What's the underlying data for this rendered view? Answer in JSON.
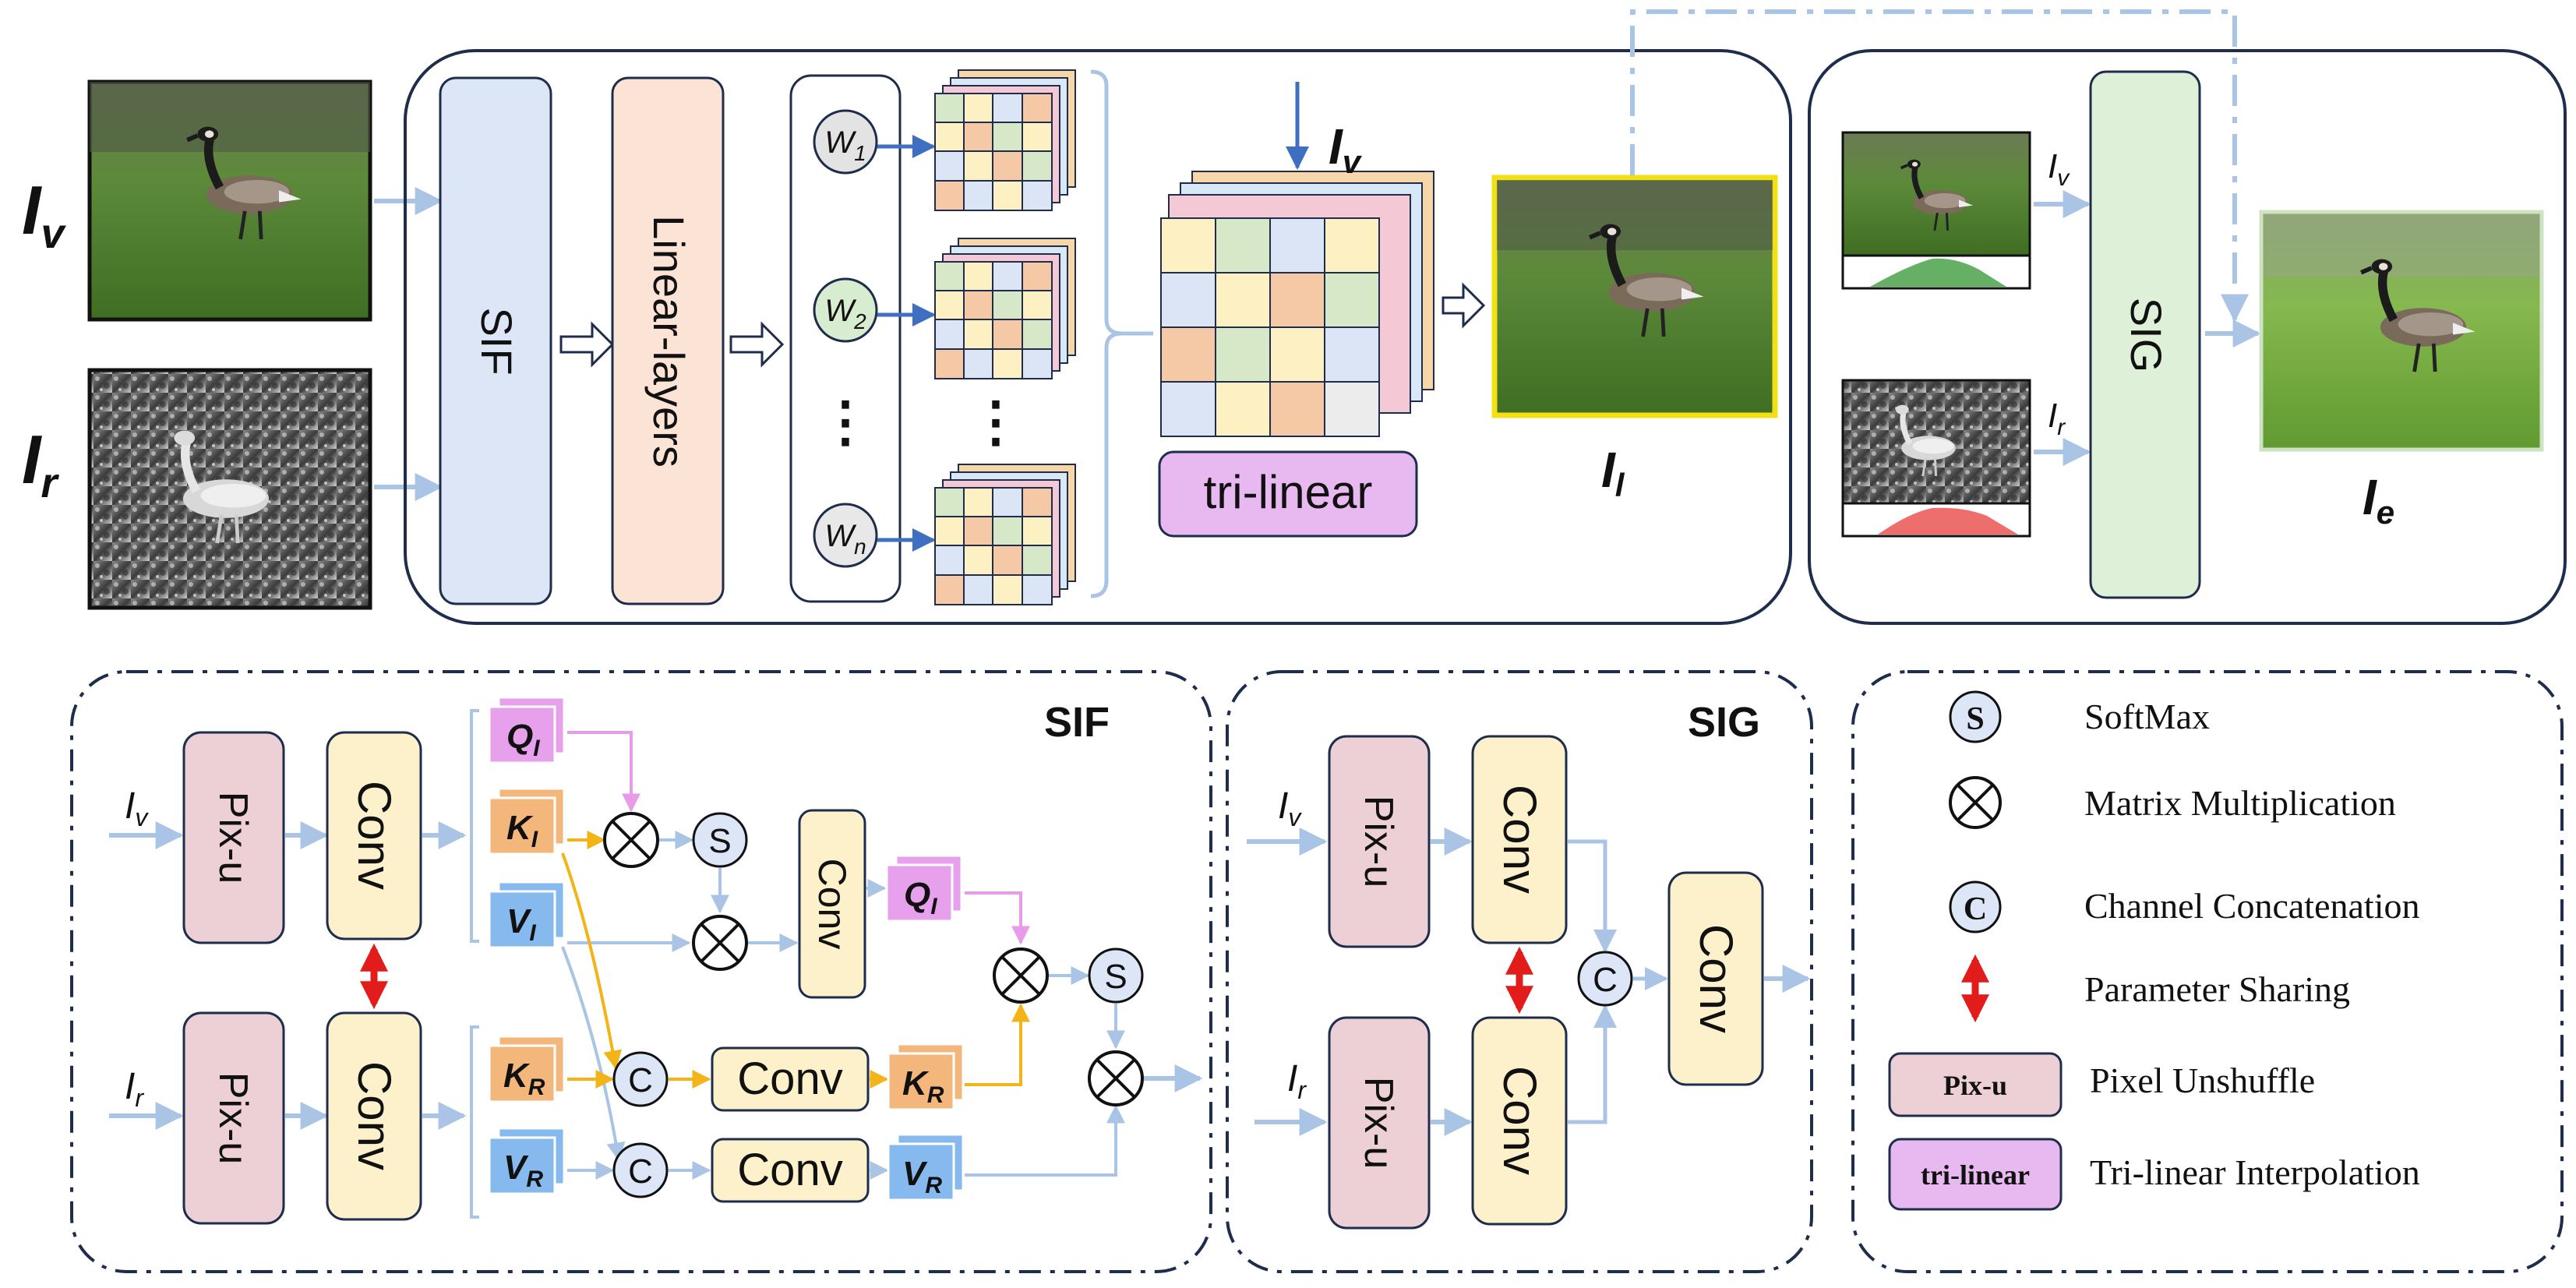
{
  "top": {
    "inputs": {
      "visible": "I",
      "visible_sub": "v",
      "infrared": "I",
      "infrared_sub": "r"
    },
    "sif_block": "SIF",
    "linear_block": "Linear-layers",
    "weights": [
      {
        "main": "W",
        "sub": "1"
      },
      {
        "main": "W",
        "sub": "2"
      },
      {
        "main": "W",
        "sub": "n"
      }
    ],
    "ellipsis": "⋮",
    "trilinear_button": "tri-linear",
    "trilinear_input": {
      "main": "I",
      "sub": "v"
    },
    "output_l": {
      "main": "I",
      "sub": "l"
    },
    "sig_block": "SIG",
    "sig_inputs": [
      {
        "main": "I",
        "sub": "v"
      },
      {
        "main": "I",
        "sub": "r"
      }
    ],
    "output_e": {
      "main": "I",
      "sub": "e"
    }
  },
  "sif_detail": {
    "title": "SIF",
    "pixu": "Pix-u",
    "conv": "Conv",
    "iv": {
      "main": "I",
      "sub": "v"
    },
    "ir": {
      "main": "I",
      "sub": "r"
    },
    "q": {
      "main": "Q",
      "sub": "I"
    },
    "k": {
      "main": "K",
      "sub": "I"
    },
    "v": {
      "main": "V",
      "sub": "I"
    },
    "kr": {
      "main": "K",
      "sub": "R"
    },
    "vr": {
      "main": "V",
      "sub": "R"
    },
    "s": "S",
    "c": "C"
  },
  "sig_detail": {
    "title": "SIG",
    "pixu": "Pix-u",
    "conv": "Conv",
    "iv": {
      "main": "I",
      "sub": "v"
    },
    "ir": {
      "main": "I",
      "sub": "r"
    },
    "c": "C"
  },
  "legend": [
    {
      "symbol": "S",
      "text": "SoftMax"
    },
    {
      "symbol": "⊗",
      "text": "Matrix Multiplication"
    },
    {
      "symbol": "C",
      "text": "Channel Concatenation"
    },
    {
      "symbol": "↕",
      "text": "Parameter Sharing"
    },
    {
      "symbol": "Pix-u",
      "text": "Pixel Unshuffle"
    },
    {
      "symbol": "tri-linear",
      "text": "Tri-linear Interpolation"
    }
  ],
  "colors": {
    "frame": "#1f2d4d",
    "arrow": "#a9c4e4",
    "sif_fill": "#dde6f6",
    "linear_fill": "#fbe3d5",
    "sig_fill": "#dff0d8",
    "pixu_fill": "#ecd0d6",
    "conv_fill": "#fdf1cc",
    "tri_fill": "#e8b8f0",
    "q_fill": "#e6a0ec",
    "k_fill": "#f3b77c",
    "v_fill": "#86b9ee",
    "share": "#e21b1b"
  }
}
